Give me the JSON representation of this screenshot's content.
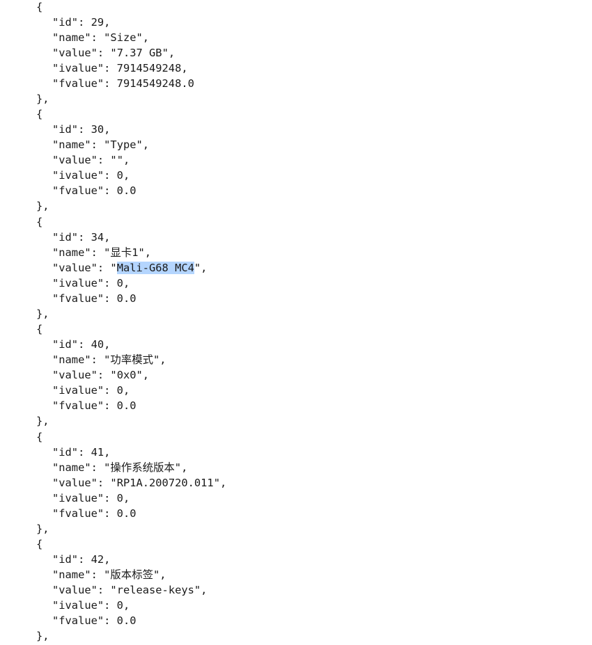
{
  "objects": [
    {
      "id": "29",
      "name": "Size",
      "value": "7.37 GB",
      "ivalue": "7914549248",
      "fvalue": "7914549248.0"
    },
    {
      "id": "30",
      "name": "Type",
      "value": "",
      "ivalue": "0",
      "fvalue": "0.0"
    },
    {
      "id": "34",
      "name": "显卡1",
      "value": "Mali-G68 MC4",
      "ivalue": "0",
      "fvalue": "0.0",
      "selected": true
    },
    {
      "id": "40",
      "name": "功率模式",
      "value": "0x0",
      "ivalue": "0",
      "fvalue": "0.0"
    },
    {
      "id": "41",
      "name": "操作系统版本",
      "value": "RP1A.200720.011",
      "ivalue": "0",
      "fvalue": "0.0"
    },
    {
      "id": "42",
      "name": "版本标签",
      "value": "release-keys",
      "ivalue": "0",
      "fvalue": "0.0"
    }
  ],
  "selection_color": "#b4d5fe"
}
